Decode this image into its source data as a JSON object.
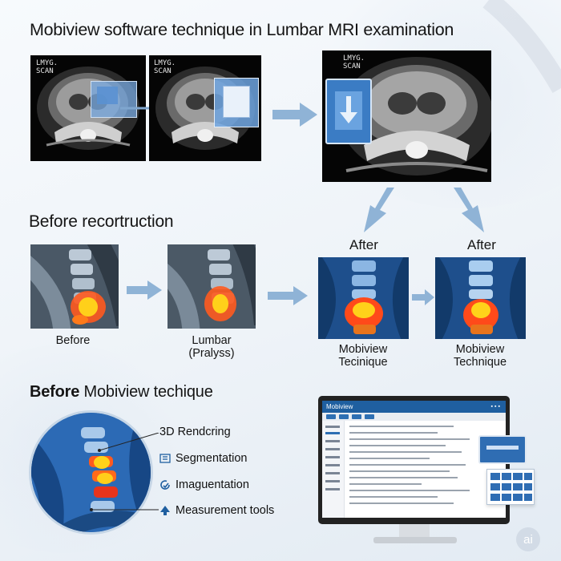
{
  "title": "Mobiview software technique in Lumbar MRI examination",
  "scan_label_1": "LMYG.\nSCAN",
  "scan_label_2": "LMYG.\nSCAN",
  "scan_label_3": "LMYG.\nSCAN",
  "section_before_reconstruction": "Before recortruction",
  "after_label_1": "After",
  "after_label_2": "After",
  "caption_before": "Before",
  "caption_lumbar_line1": "Lumbar",
  "caption_lumbar_line2": "(Pralyss)",
  "caption_mobiview_1_line1": "Mobiview",
  "caption_mobiview_1_line2": "Tecinique",
  "caption_mobiview_2_line1": "Mobiview",
  "caption_mobiview_2_line2": "Technique",
  "section_before_mobiview_a": "Before",
  "section_before_mobiview_b": " Mobiview techique",
  "features": [
    {
      "label": "3D Rendcring",
      "icon": "line-pointer-icon"
    },
    {
      "label": "Segmentation",
      "icon": "segmentation-icon"
    },
    {
      "label": "Imaguentation",
      "icon": "circle-arrow-icon"
    },
    {
      "label": "Measurement tools",
      "icon": "measure-icon"
    }
  ],
  "app_title": "Mobiview",
  "watermark": "ai",
  "colors": {
    "app_blue": "#1f5fa0",
    "arrow_blue": "#8fb3d6",
    "heat_red": "#e8341c",
    "heat_yellow": "#ffd21a",
    "spine_blue": "#1c4f8e"
  }
}
